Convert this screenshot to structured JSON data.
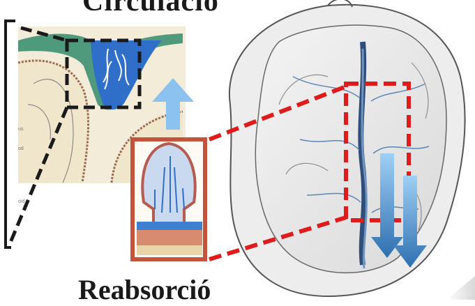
{
  "titles": {
    "top": "Circulació",
    "bottom": "Reabsorció"
  },
  "edge_labels": [
    "us",
    "od",
    "oid"
  ],
  "colors": {
    "csf_blue": "#2f6fc9",
    "dura_green": "#4f9a7c",
    "highlight_red": "#e01b1b",
    "frame_black": "#1a1a1a",
    "arrow_light_blue": "#8cc2f0",
    "inset_frame": "#c4533b"
  },
  "icons": {
    "up_arrow": "arrow-up-icon",
    "down_arrows": "arrow-down-icon"
  }
}
